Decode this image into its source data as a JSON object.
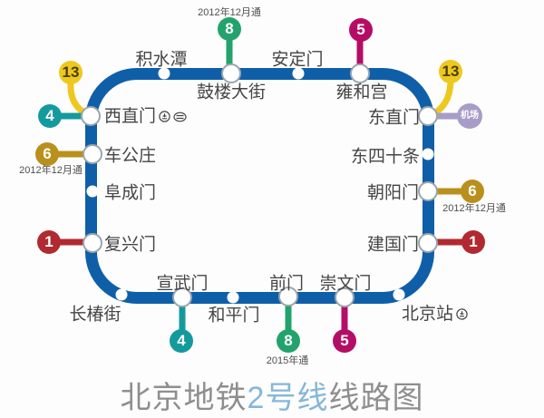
{
  "title": {
    "prefix": "北京地铁",
    "highlight": "2号线",
    "suffix": "线路图"
  },
  "stations": {
    "jishuitan": "积水潭",
    "guloudajie": "鼓楼大街",
    "andingmen": "安定门",
    "yonghegong": "雍和宫",
    "dongzhimen": "东直门",
    "dongsishitiao": "东四十条",
    "chaoyangmen": "朝阳门",
    "jianguomen": "建国门",
    "beijingzhan": "北京站",
    "chongwenmen": "崇文门",
    "qianmen": "前门",
    "hepingmen": "和平门",
    "xuanwumen": "宣武门",
    "changchunjie": "长椿街",
    "fuxingmen": "复兴门",
    "fuchengmen": "阜成门",
    "chegongzhuang": "车公庄",
    "xizhimen": "西直门"
  },
  "badges": {
    "line1": "1",
    "line4": "4",
    "line5": "5",
    "line6": "6",
    "line8": "8",
    "line13": "13",
    "airport": "机场"
  },
  "notes": {
    "guloudajie_open": "2012年12月通",
    "chegongzhuang_open": "2012年12月通",
    "chaoyangmen_open": "2012年12月通",
    "qianmen_open": "2015年通"
  },
  "colors": {
    "line2_blue": "#0f5fa8",
    "line1_red": "#b12a31",
    "line4_teal": "#149a9d",
    "line5_magenta": "#b50d66",
    "line6_gold": "#b9901c",
    "line8_green": "#22a36d",
    "line13_yellow": "#eec81e",
    "airport_purple": "#a89cc8",
    "title_highlight": "#85b7d9"
  }
}
